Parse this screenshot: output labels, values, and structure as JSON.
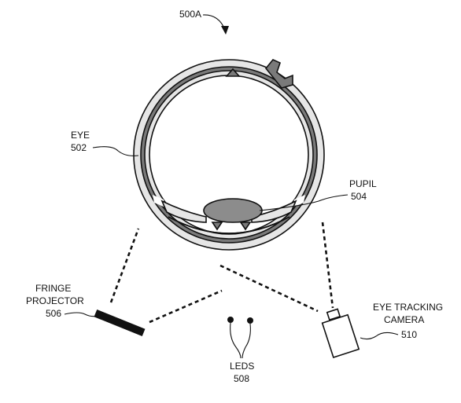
{
  "figure": {
    "id_label": "500A"
  },
  "eye": {
    "label": "EYE",
    "ref": "502"
  },
  "pupil": {
    "label": "PUPIL",
    "ref": "504"
  },
  "projector": {
    "label_line1": "FRINGE",
    "label_line2": "PROJECTOR",
    "ref": "506"
  },
  "leds": {
    "label": "LEDS",
    "ref": "508"
  },
  "camera": {
    "label_line1": "EYE TRACKING",
    "label_line2": "CAMERA",
    "ref": "510"
  },
  "colors": {
    "line": "#111111",
    "sclera_fill": "#e6e6e6",
    "choroid_fill": "#7a7a7a",
    "lens_fill": "#8c8c8c"
  }
}
